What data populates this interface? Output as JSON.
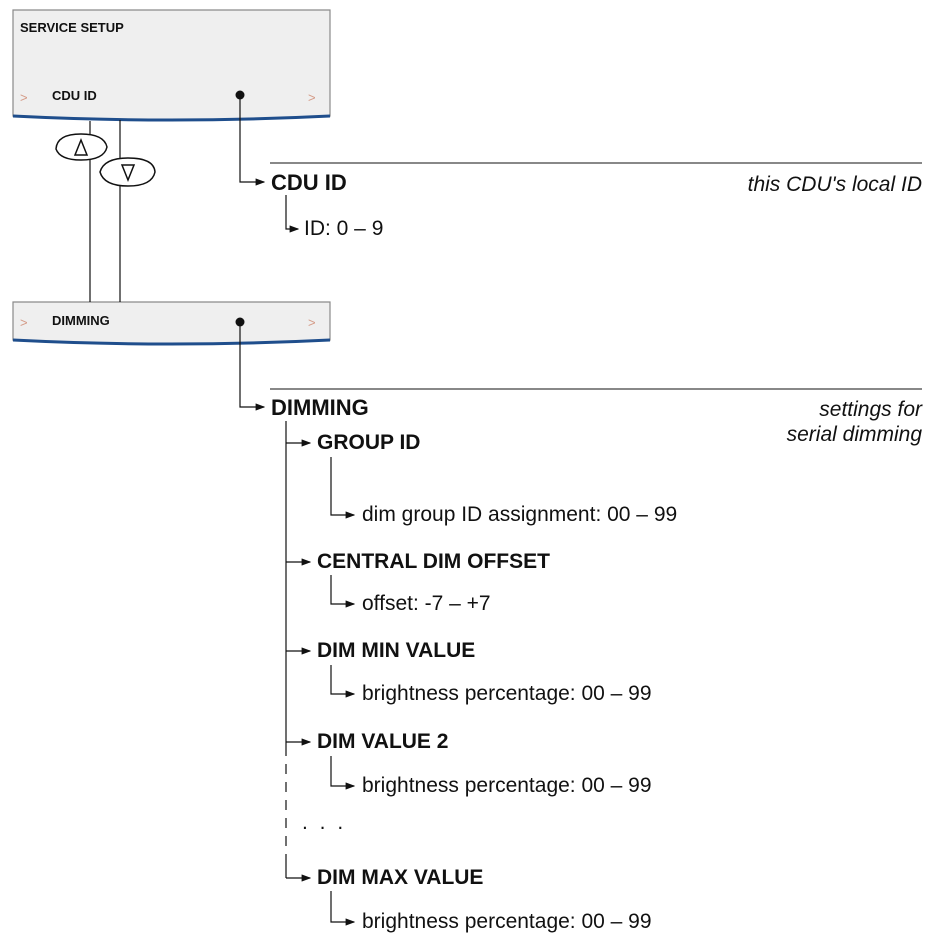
{
  "screen1": {
    "title": "SERVICE SETUP",
    "item": "CDU ID",
    "chevron": ">"
  },
  "screen2": {
    "item": "DIMMING",
    "chevron": ">"
  },
  "buttons": {
    "up_icon": "triangle-up-icon",
    "down_icon": "triangle-down-icon"
  },
  "cdu_section": {
    "heading": "CDU ID",
    "description": "this CDU's local ID",
    "option": "ID: 0 – 9"
  },
  "dimming_section": {
    "heading": "DIMMING",
    "description_line1": "settings for",
    "description_line2": "serial dimming",
    "items": [
      {
        "heading": "GROUP ID",
        "detail": "dim group ID assignment: 00 – 99"
      },
      {
        "heading": "CENTRAL DIM OFFSET",
        "detail": "offset: -7 – +7"
      },
      {
        "heading": "DIM MIN VALUE",
        "detail": "brightness percentage: 00 – 99"
      },
      {
        "heading": "DIM VALUE 2",
        "detail": "brightness percentage: 00 – 99"
      },
      {
        "heading": "DIM MAX VALUE",
        "detail": "brightness percentage: 00 – 99"
      }
    ],
    "ellipsis": ". . ."
  },
  "colors": {
    "screen_fill": "#efefef",
    "screen_border": "#8a8a8a",
    "screen_bottom": "#1f4e8c",
    "chevron": "#d49a86"
  }
}
